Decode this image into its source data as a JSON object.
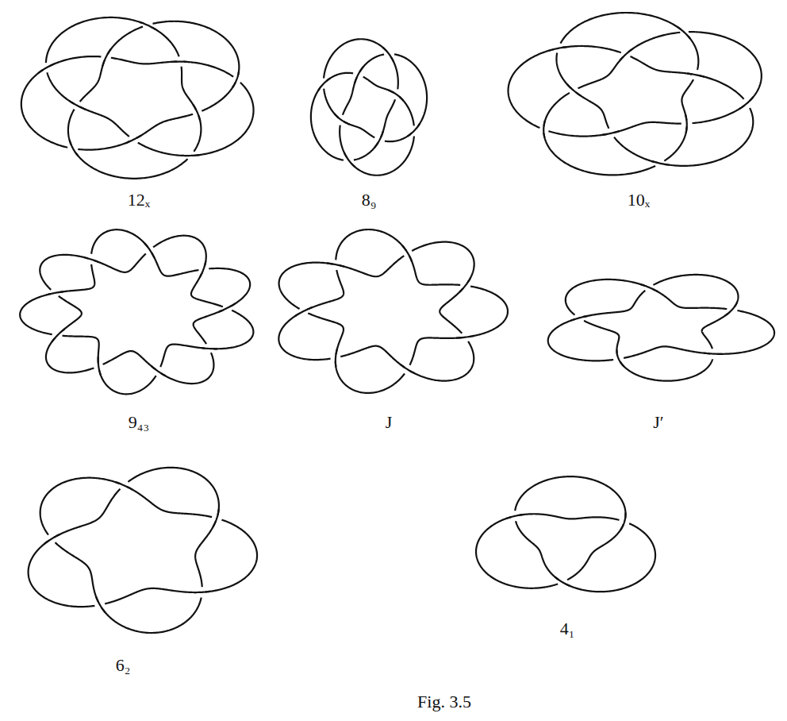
{
  "diagram": {
    "labels": [
      "12ₓ",
      "8₉",
      "10ₓ",
      "9₄₃",
      "J",
      "J′",
      "6₂",
      "4₁",
      "Fig. 3.5"
    ]
  }
}
